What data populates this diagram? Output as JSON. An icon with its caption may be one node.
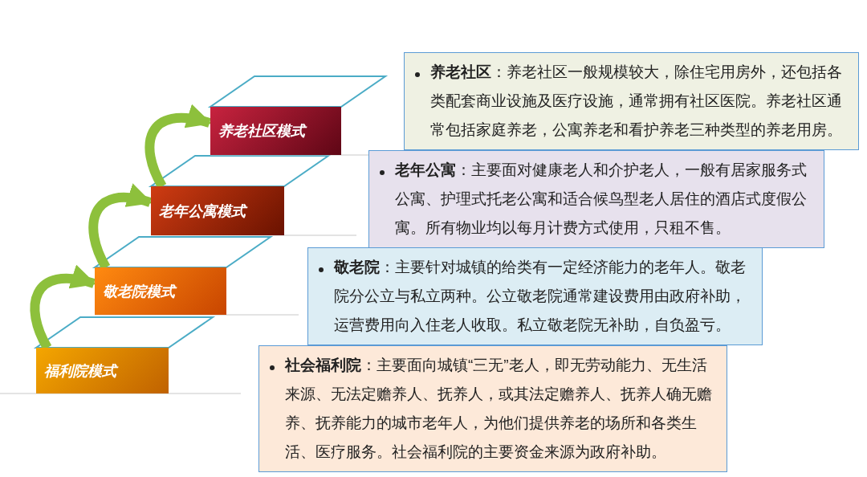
{
  "diagram": {
    "nodes": [
      {
        "text": [
          "养老社区模式"
        ]
      },
      {
        "text": [
          "**养老社区**：养老社区一般规模较大，除住宅用房外，还包括各类配套商业设施及医疗设施，通常拥有社区医院。养老社区通常包括家庭养老，公寓养老和看护养老三种类型的养老用房。"
        ]
      },
      {
        "text": [
          "老年公寓模式"
        ]
      },
      {
        "text": [
          "**老年公寓**：主要面对健康老人和介护老人，一般有居家服务式公寓、护理式托老公寓和适合候鸟型老人居住的酒店式度假公寓。所有物业均以每月计费方式使用，只租不售。"
        ]
      },
      {
        "text": [
          "敬老院模式"
        ]
      },
      {
        "text": [
          "**敬老院**：主要针对城镇的给类有一定经济能力的老年人。敬老院分公立与私立两种。公立敬老院通常建设费用由政府补助，运营费用向入住老人收取。私立敬老院无补助，自负盈亏。"
        ]
      },
      {
        "text": [
          "福利院模式"
        ]
      },
      {
        "text": [
          "**社会福利院**：主要面向城镇“三无”老人，即无劳动能力、无生活来源、无法定赡养人、抚养人，或其法定赡养人、抚养人确无赡养、抚养能力的城市老年人，为他们提供养老的场所和各类生活、医疗服务。社会福利院的主要资金来源为政府补助。"
        ]
      }
    ],
    "edges": [
      {
        "from": 6,
        "to": 4,
        "arrow": "to"
      },
      {
        "from": 4,
        "to": 2,
        "arrow": "to"
      },
      {
        "from": 2,
        "to": 0,
        "arrow": "to"
      }
    ]
  }
}
